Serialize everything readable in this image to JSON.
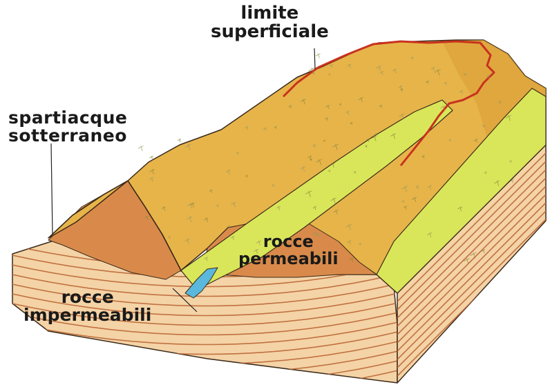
{
  "labels": {
    "limite_superficiale": [
      "limite",
      "superficiale"
    ],
    "spartiacque_sotterraneo": [
      "spartiacque",
      "sotterraneo"
    ],
    "rocce_permeabili": [
      "rocce",
      "permeabili"
    ],
    "rocce_impermeabili": [
      "rocce",
      "impermeabili"
    ]
  },
  "colors": {
    "surface": "#e7b44a",
    "surface_shade": "#d99d34",
    "green_bands": "#d9e65a",
    "strata_fill": "#f4d3a6",
    "strata_lines": "#c07040",
    "permeable_rock": "#d98a4a",
    "divide_line": "#c8321e",
    "water": "#5ab8dc",
    "outline": "#3a2a1a"
  }
}
